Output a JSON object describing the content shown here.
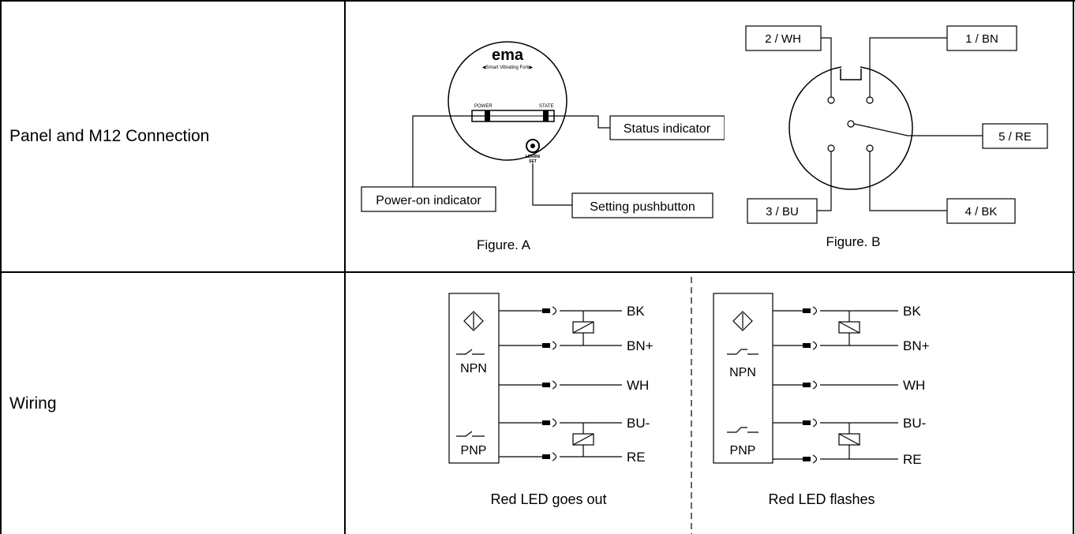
{
  "rows": [
    {
      "label": "Panel and M12 Connection"
    },
    {
      "label": "Wiring"
    }
  ],
  "figure_a": {
    "logo": "ema",
    "tagline": "◀Smart Vibrating Fork▶",
    "power_small": "POWER",
    "state_small": "STATE",
    "learn_small": "LEARN/",
    "set_small": "SET",
    "status_callout": "Status indicator",
    "power_callout": "Power-on indicator",
    "setting_callout": "Setting pushbutton",
    "caption": "Figure. A"
  },
  "figure_b": {
    "pin_2": "2 / WH",
    "pin_1": "1 / BN",
    "pin_5": "5 / RE",
    "pin_3": "3 / BU",
    "pin_4": "4 / BK",
    "caption": "Figure. B"
  },
  "wiring": {
    "left": {
      "npn": "NPN",
      "pnp": "PNP",
      "bk": "BK",
      "bn": "BN+",
      "wh": "WH",
      "bu": "BU-",
      "re": "RE",
      "caption": "Red LED goes out"
    },
    "right": {
      "npn": "NPN",
      "pnp": "PNP",
      "bk": "BK",
      "bn": "BN+",
      "wh": "WH",
      "bu": "BU-",
      "re": "RE",
      "caption": "Red LED flashes"
    }
  }
}
